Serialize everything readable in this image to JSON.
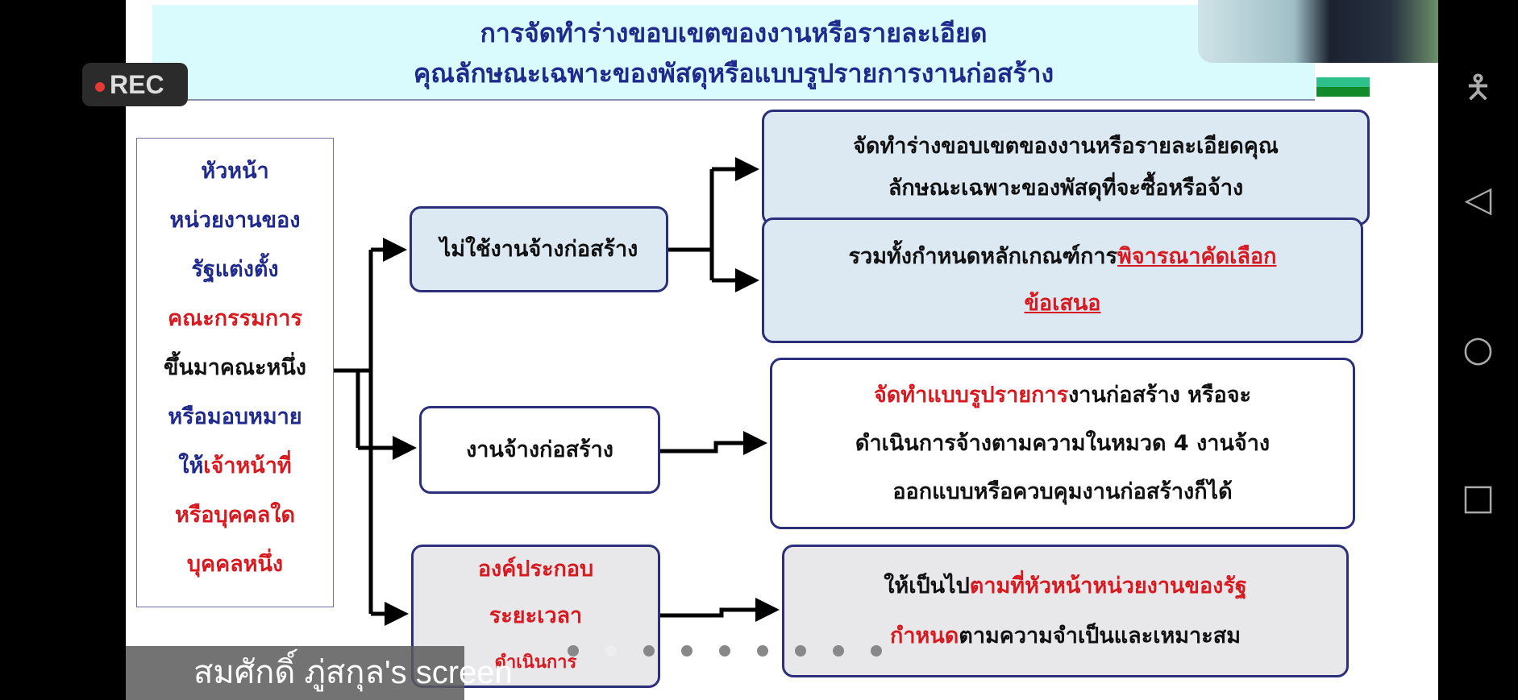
{
  "recording": {
    "label": "REC",
    "color": "#e53935"
  },
  "slide": {
    "title_line1": "การจัดทำร่างขอบเขตของงานหรือรายละเอียด",
    "title_line2": "คุณลักษณะเฉพาะของพัสดุหรือแบบรูปรายการงานก่อสร้าง",
    "left_box": [
      "หัวหน้า",
      "หน่วยงานของ",
      "รัฐแต่งตั้ง",
      "คณะกรรมการ",
      "ขึ้นมาคณะหนึ่ง",
      "หรือมอบหมาย",
      "ให้",
      "เจ้าหน้าที่",
      "หรือบุคคลใด",
      "บุคคลหนึ่ง"
    ],
    "branch_non_construction": "ไม่ใช้งานจ้างก่อสร้าง",
    "branch_construction": "งานจ้างก่อสร้าง",
    "branch_components": [
      "องค์ประกอบ",
      "ระยะเวลา",
      "ดำเนินการ"
    ],
    "result1": [
      "จัดทำร่างขอบเขตของงานหรือรายละเอียดคุณ",
      "ลักษณะเฉพาะของพัสดุที่จะซื้อหรือจ้าง"
    ],
    "result2": {
      "prefix": "รวมทั้งกำหนดหลักเกณฑ์การ",
      "highlight1": "พิจารณาคัดเลือก",
      "highlight2": "ข้อเสนอ"
    },
    "result3": {
      "highlight": "จัดทำแบบรูปรายการ",
      "line1_rest": "งานก่อสร้าง หรือจะ",
      "line2": "ดำเนินการจ้างตามความในหมวด 4 งานจ้าง",
      "line3": "ออกแบบหรือควบคุมงานก่อสร้างก็ได้"
    },
    "result4": {
      "prefix": "ให้เป็นไป",
      "highlight1": "ตามที่หัวหน้าหน่วยงานของรัฐ",
      "highlight2": "กำหนด",
      "rest": "ตามความจำเป็นและเหมาะสม"
    }
  },
  "screen_share_caption": "สมศักดิ์ ภู่สกุล's screen",
  "page_indicator": {
    "total": 9,
    "active": 2
  },
  "colors": {
    "title_bg": "#d9fbfd",
    "title_text": "#1f2a8c",
    "highlight": "#d71920"
  }
}
